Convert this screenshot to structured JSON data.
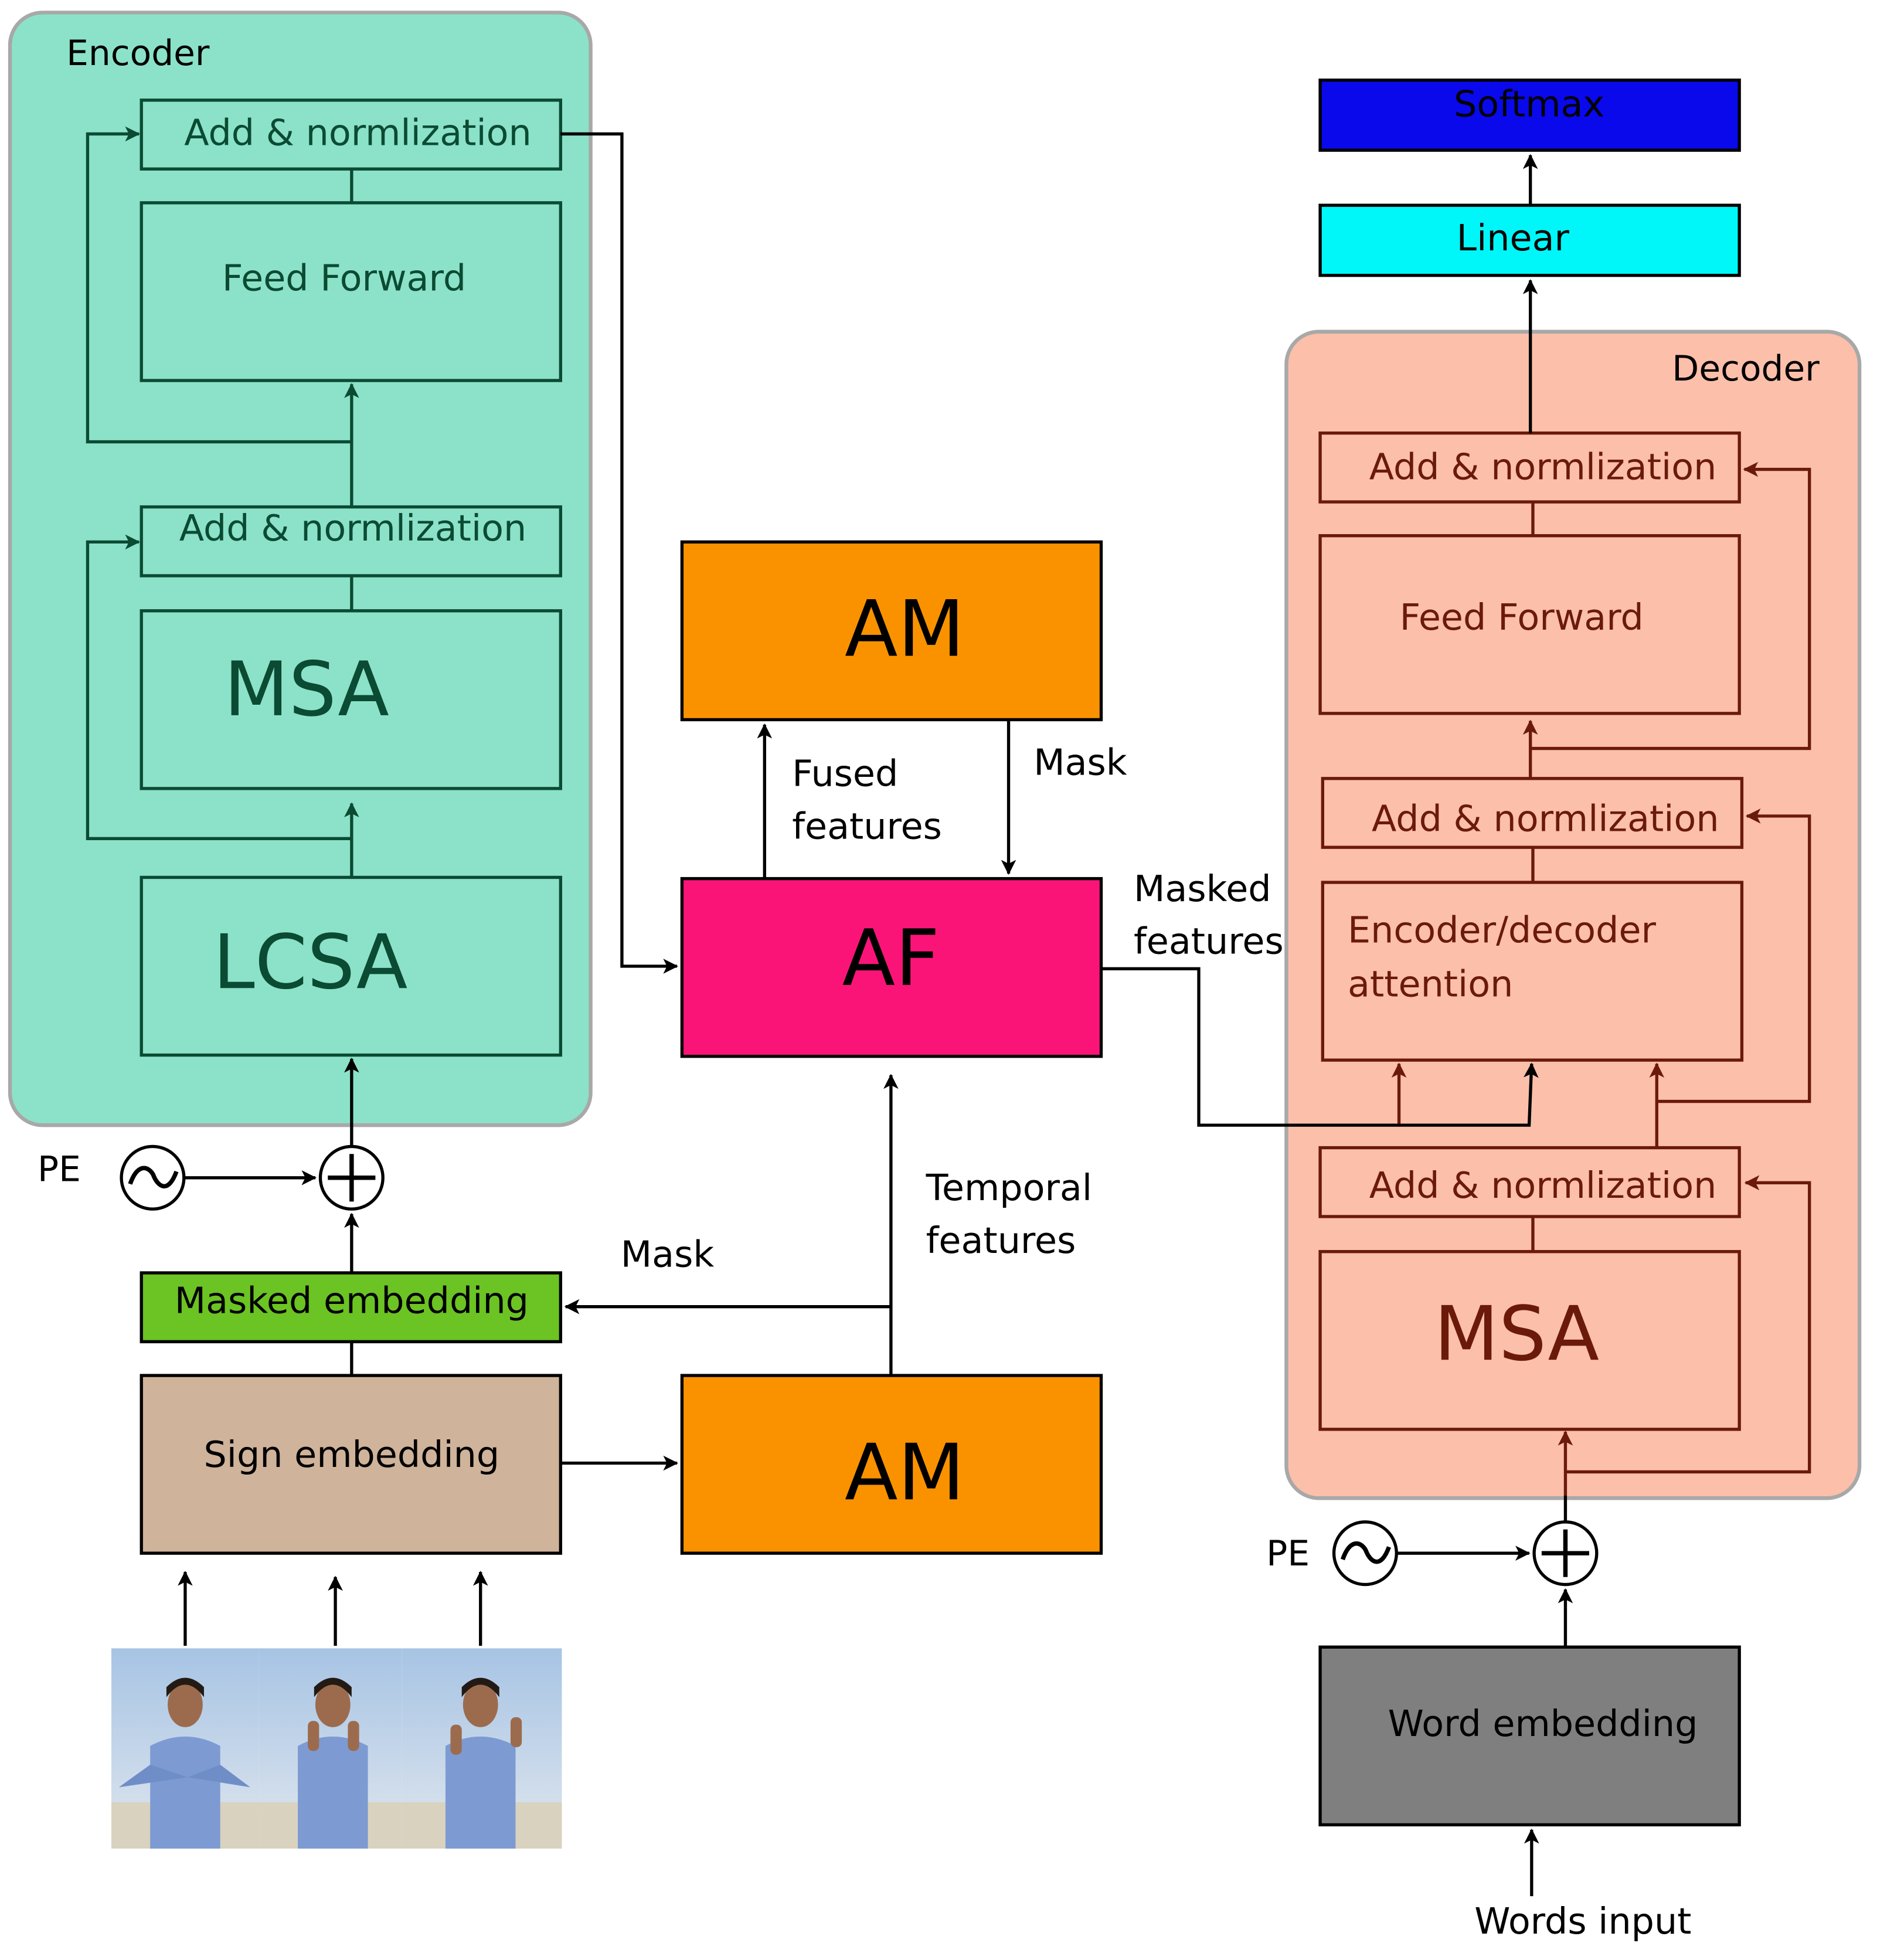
{
  "encoder": {
    "title": "Encoder",
    "add_norm_top": "Add & normlization",
    "feed_forward": "Feed Forward",
    "add_norm_mid": "Add & normlization",
    "msa": "MSA",
    "lcsa": "LCSA"
  },
  "decoder": {
    "title": "Decoder",
    "add_norm_top": "Add & normlization",
    "feed_forward": "Feed Forward",
    "add_norm_mid": "Add & normlization",
    "enc_dec_attention_line1": "Encoder/decoder",
    "enc_dec_attention_line2": "attention",
    "add_norm_bottom": "Add & normlization",
    "msa": "MSA"
  },
  "head": {
    "softmax": "Softmax",
    "linear": "Linear"
  },
  "middle": {
    "am_top": "AM",
    "af": "AF",
    "am_bottom": "AM",
    "fused_line1": "Fused",
    "fused_line2": "features",
    "mask_top": "Mask",
    "masked_line1": "Masked",
    "masked_line2": "features",
    "temporal_line1": "Temporal",
    "temporal_line2": "features",
    "mask_left": "Mask"
  },
  "bottom_left": {
    "pe": "PE",
    "masked_embedding": "Masked embedding",
    "sign_embedding": "Sign embedding"
  },
  "bottom_right": {
    "pe": "PE",
    "word_embedding": "Word embedding",
    "words_input": "Words input"
  },
  "colors": {
    "encoder_bg": "#8be2c8",
    "encoder_text": "#0b4a33",
    "decoder_bg": "#fbbfaa",
    "decoder_text": "#6b1a0a",
    "am": "#fa9200",
    "af": "#fb1478",
    "softmax": "#0909ec",
    "linear": "#00f7f9",
    "masked_embedding": "#6cc324",
    "sign_embedding": "#cfb39a",
    "word_embedding": "#7f7f7f"
  },
  "icons": [
    "sine-wave-icon",
    "plus-circle-icon",
    "signer-video-frame"
  ]
}
